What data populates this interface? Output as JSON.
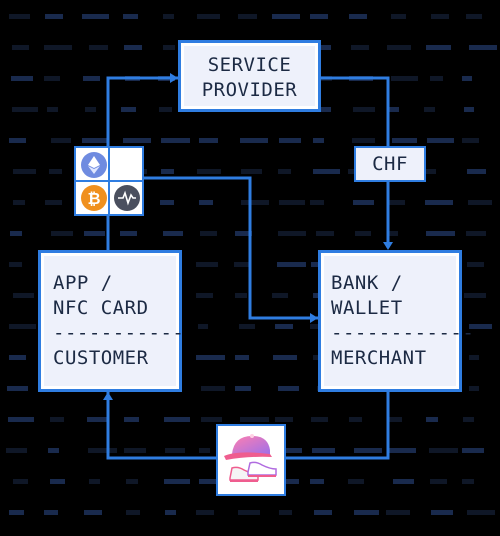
{
  "diagram": {
    "service_provider": {
      "line1": "SERVICE",
      "line2": "PROVIDER"
    },
    "customer": {
      "line1": "APP /",
      "line2": "NFC CARD",
      "divider": "-----------",
      "line3": "CUSTOMER"
    },
    "merchant": {
      "line1": "BANK /",
      "line2": "WALLET",
      "divider": "------------",
      "line3": "MERCHANT"
    },
    "currency_badge": "CHF",
    "crypto_icons": [
      "ethereum-icon",
      "bitcoin-icon",
      "network-icon"
    ],
    "goods_icons": [
      "cap-icon",
      "sneakers-icon"
    ],
    "colors": {
      "accent": "#2f7de1",
      "box_bg": "#eef1fb",
      "text": "#1c2a44",
      "background": "#000000"
    }
  }
}
